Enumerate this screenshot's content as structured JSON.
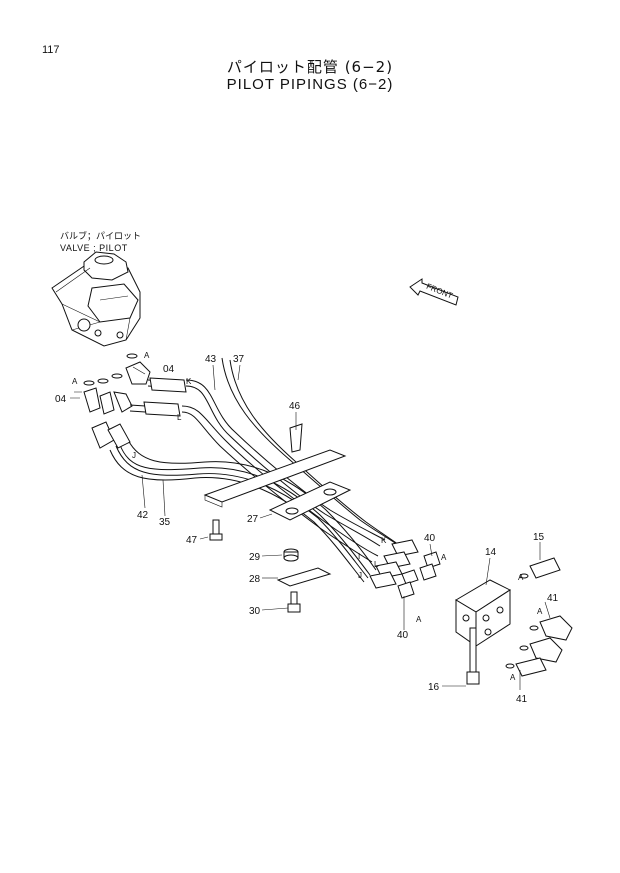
{
  "page_number": "117",
  "title_jp": "パイロット配管 (6−2)",
  "title_en": "PILOT PIPINGS (6−2)",
  "valve_label_jp": "バルブ；パイロット",
  "valve_label_en": "VALVE ; PILOT",
  "front_label": "FRONT",
  "callouts": {
    "c04a": "04",
    "c04b": "04",
    "c43": "43",
    "c37": "37",
    "c46": "46",
    "c42": "42",
    "c35": "35",
    "c27": "27",
    "c47": "47",
    "c29": "29",
    "c28": "28",
    "c30": "30",
    "c40a": "40",
    "c40b": "40",
    "c14": "14",
    "c15": "15",
    "c41a": "41",
    "c41b": "41",
    "c16": "16"
  },
  "markers": {
    "a1": "A",
    "a2": "A",
    "a3": "A",
    "a4": "A",
    "a5": "A",
    "a6": "A",
    "a7": "A",
    "k1": "K",
    "k2": "K",
    "l1": "L",
    "l2": "L",
    "i1": "I",
    "j1": "J",
    "j2": "J"
  }
}
